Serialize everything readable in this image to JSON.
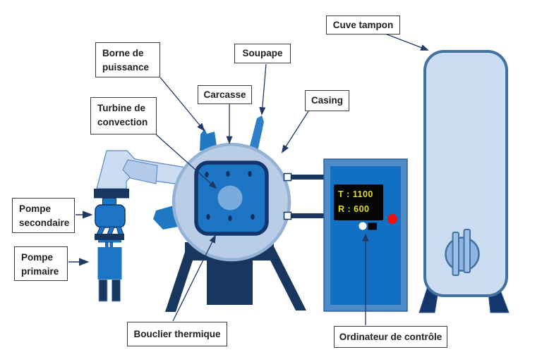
{
  "diagram": {
    "title_context": "Schéma technique d'une machine thermique",
    "labels": {
      "borne_puissance": "Borne de\npuissance",
      "turbine_convection": "Turbine de\nconvection",
      "carcasse": "Carcasse",
      "soupape": "Soupape",
      "casing": "Casing",
      "cuve_tampon": "Cuve tampon",
      "pompe_secondaire": "Pompe\nsecondaire",
      "pompe_primaire": "Pompe\nprimaire",
      "bouclier_thermique": "Bouclier thermique",
      "ordinateur_controle": "Ordinateur de contrôle"
    },
    "display": {
      "line1": "T : 1100",
      "line2": "R : 600"
    },
    "colors": {
      "pale_blue": "#C9DCF1",
      "light_blue": "#B9CDE7",
      "medium_blue": "#1B75C4",
      "navy": "#17375E",
      "steel_border": "#41719C",
      "computer_frame": "#4E8BC9",
      "computer_panel": "#1270C2",
      "display_background": "#050505",
      "display_text": "#E2DE22",
      "alert_red": "#EE1111",
      "arrow": "#1F3864"
    }
  }
}
